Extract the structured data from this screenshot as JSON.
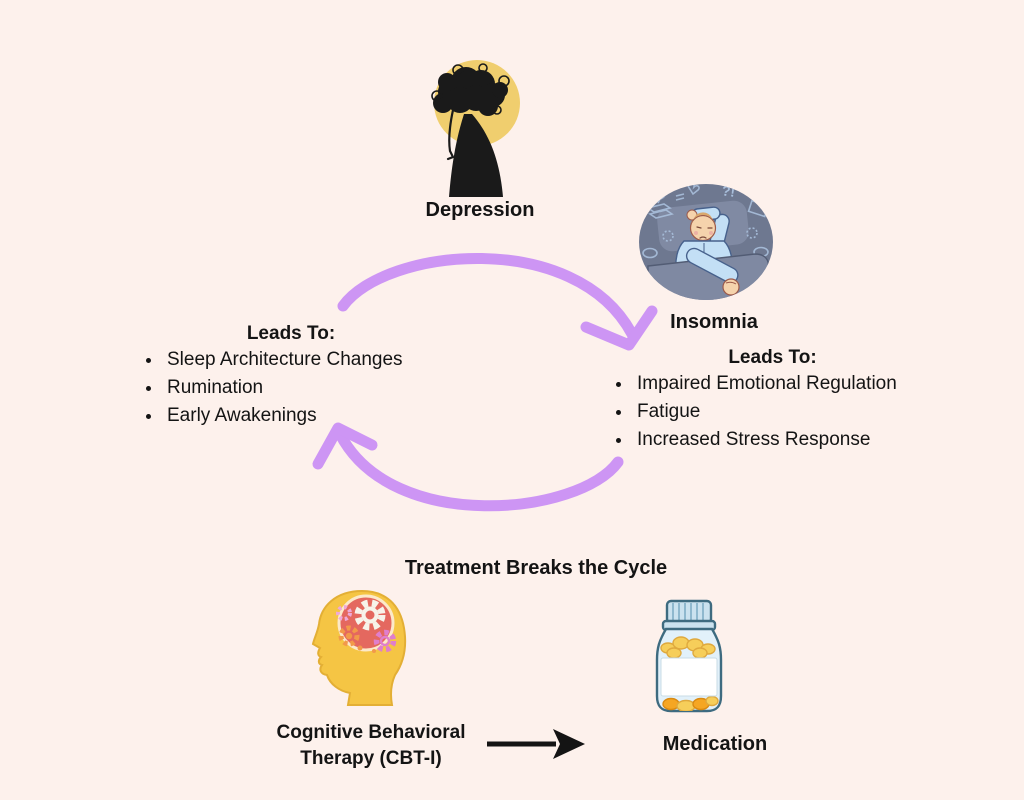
{
  "palette": {
    "background": "#FDF1EC",
    "cycle_arrow": "#CD95F4",
    "text": "#141414",
    "black_arrow": "#141414",
    "depression_circle": "#F0CE6E",
    "insomnia_ellipse": "#6E7890",
    "cbt_head_yellow": "#F5C544",
    "cbt_brain_red": "#E4685F",
    "bottle_outline": "#3E6B80"
  },
  "diagram": {
    "depression": {
      "label": "Depression"
    },
    "insomnia": {
      "label": "Insomnia"
    },
    "depression_effects": {
      "heading": "Leads To:",
      "items": [
        "Sleep Architecture Changes",
        "Rumination",
        "Early Awakenings"
      ]
    },
    "insomnia_effects": {
      "heading": "Leads To:",
      "items": [
        "Impaired Emotional Regulation",
        "Fatigue",
        "Increased Stress Response"
      ]
    },
    "treatment": {
      "caption": "Treatment Breaks the Cycle"
    },
    "cbt": {
      "label": "Cognitive Behavioral Therapy (CBT-I)"
    },
    "medication": {
      "label": "Medication"
    }
  }
}
